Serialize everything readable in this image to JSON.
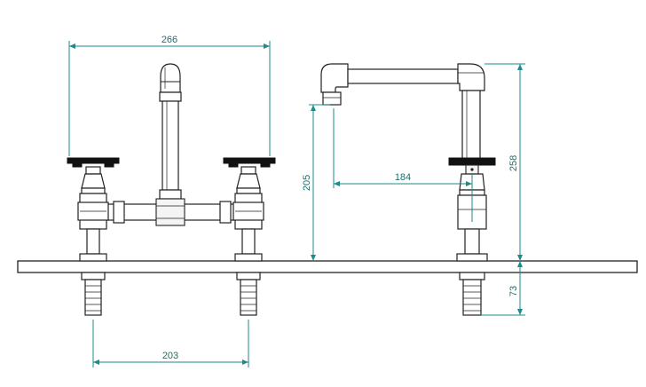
{
  "colors": {
    "dimension": "#1f8a8a",
    "outline": "#222222",
    "handle": "#111111"
  },
  "dimensions": {
    "overall_width": "266",
    "valve_spacing": "203",
    "spout_height": "205",
    "spout_reach": "184",
    "overall_height": "258",
    "below_counter": "73"
  }
}
